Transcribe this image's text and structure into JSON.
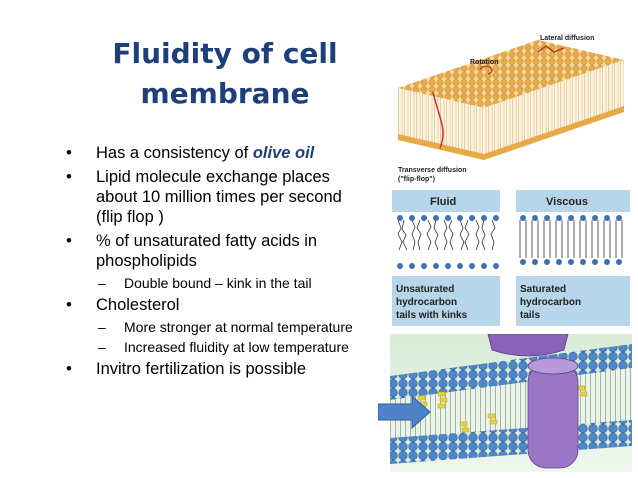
{
  "title": {
    "line1": "Fluidity of cell",
    "line2": "membrane"
  },
  "bullets": {
    "b1_pre": "Has a consistency of ",
    "b1_em": "olive oil",
    "b2": "Lipid molecule exchange  places about 10 million  times per second (flip flop )",
    "b3": "% of unsaturated fatty acids in phospholipids",
    "b3_sub1": "Double bound – kink in the tail",
    "b4": "Cholesterol",
    "b4_sub1": "More  stronger at normal temperature",
    "b4_sub2": "Increased fluidity at low temperature",
    "b5": "Invitro fertilization is possible",
    "bullet_glyph": "•",
    "dash_glyph": "–"
  },
  "figure_top": {
    "lateral": "Lateral diffusion",
    "rotation": "Rotation",
    "transverse1": "Transverse diffusion",
    "transverse2": "(\"flip-flop\")"
  },
  "figure_mid": {
    "fluid": "Fluid",
    "viscous": "Viscous",
    "left_cap": [
      "Unsaturated",
      "hydrocarbon",
      "tails with kinks"
    ],
    "right_cap": [
      "Saturated",
      "hydrocarbon",
      "tails"
    ]
  },
  "colors": {
    "title": "#1f3f7a",
    "head": "#e8a948",
    "blue_head": "#4a7fc8",
    "protein": "#8a63b8",
    "arrow": "#4f82c9"
  }
}
